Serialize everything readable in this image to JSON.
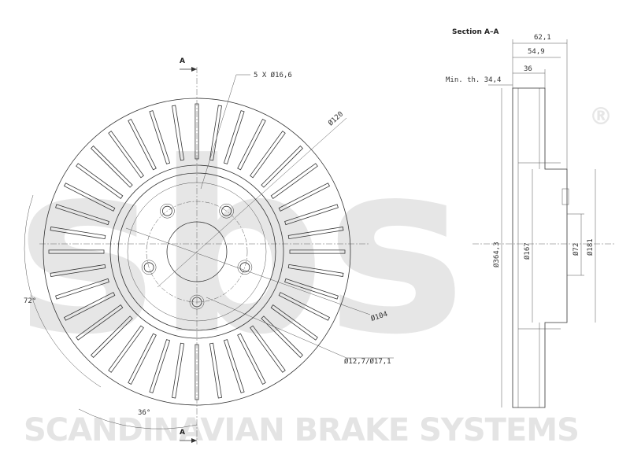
{
  "watermark": {
    "logo_text": "sbs",
    "registered_mark": "®",
    "brand_text": "SCANDINAVIAN BRAKE SYSTEMS"
  },
  "front_view": {
    "section_marker_top": "A",
    "section_marker_bottom": "A",
    "bolt_pattern": "5 X Ø16,6",
    "pitch_circle": "Ø120",
    "center_bore": "Ø104",
    "hole_dims": "Ø12,7/Ø17,1",
    "angle_vent": "72°",
    "angle_hole": "36°",
    "vane_count": 40
  },
  "section_view": {
    "title": "Section A–A",
    "overall_height": "62,1",
    "hat_height": "54,9",
    "thickness": "36",
    "min_thickness": "Min. th. 34,4",
    "outer_diameter": "Ø364,3",
    "hat_diameter": "Ø167",
    "bore_diameter": "Ø72",
    "hub_diameter": "Ø181"
  },
  "colors": {
    "line": "#333333",
    "watermark": "#e4e4e4"
  }
}
